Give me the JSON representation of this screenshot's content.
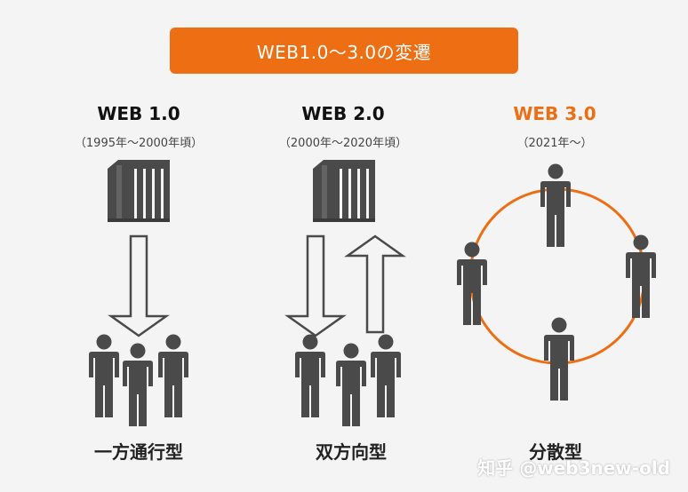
{
  "header": {
    "title": "WEB1.0〜3.0の変遷"
  },
  "columns": [
    {
      "title": "WEB 1.0",
      "period": "（1995年〜2000年頃）",
      "label": "一方通行型"
    },
    {
      "title": "WEB 2.0",
      "period": "（2000年〜2020年頃）",
      "label": "双方向型"
    },
    {
      "title": "WEB 3.0",
      "period": "（2021年〜）",
      "label": "分散型"
    }
  ],
  "colors": {
    "accent": "#ee6e14",
    "figure": "#4a4a4a",
    "text": "#111111"
  },
  "watermark": "知乎 @web3new-old"
}
